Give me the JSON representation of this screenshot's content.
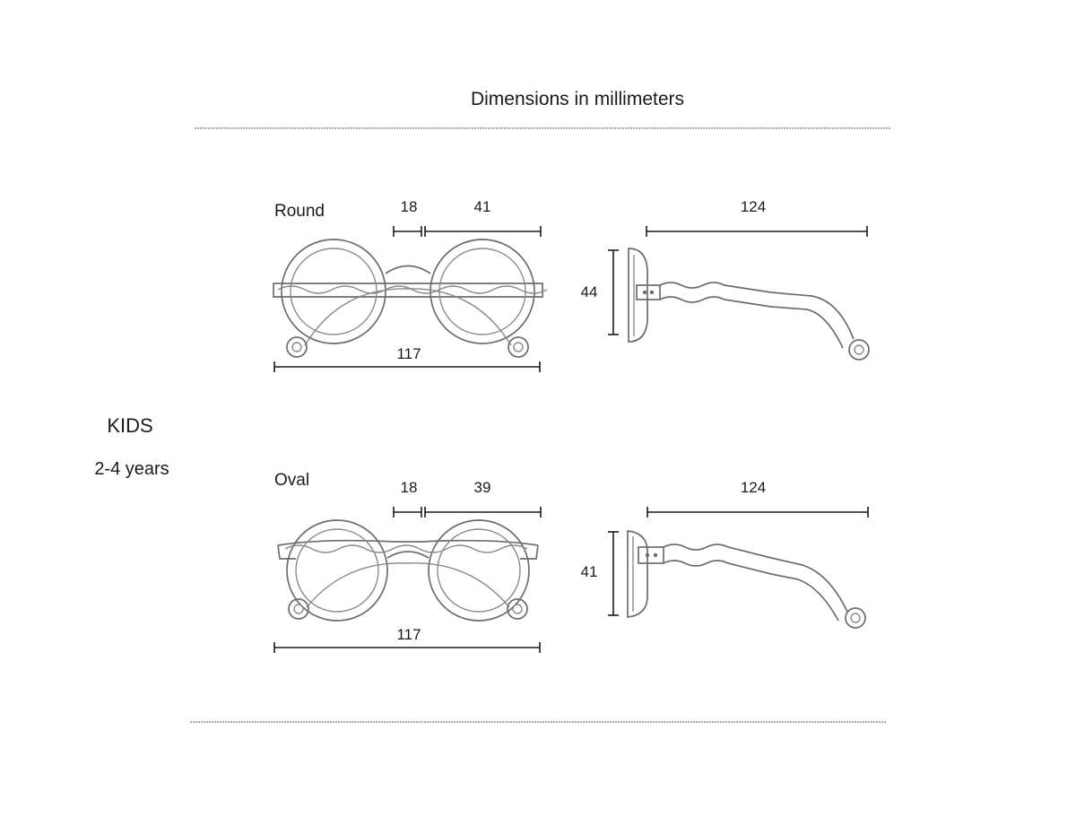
{
  "header": {
    "title": "Dimensions in millimeters"
  },
  "category": {
    "name": "KIDS",
    "age": "2-4 years"
  },
  "models": [
    {
      "name": "Round",
      "bridge": "18",
      "lens": "41",
      "frame_width": "117",
      "temple_length": "124",
      "lens_height": "44"
    },
    {
      "name": "Oval",
      "bridge": "18",
      "lens": "39",
      "frame_width": "117",
      "temple_length": "124",
      "lens_height": "41"
    }
  ]
}
